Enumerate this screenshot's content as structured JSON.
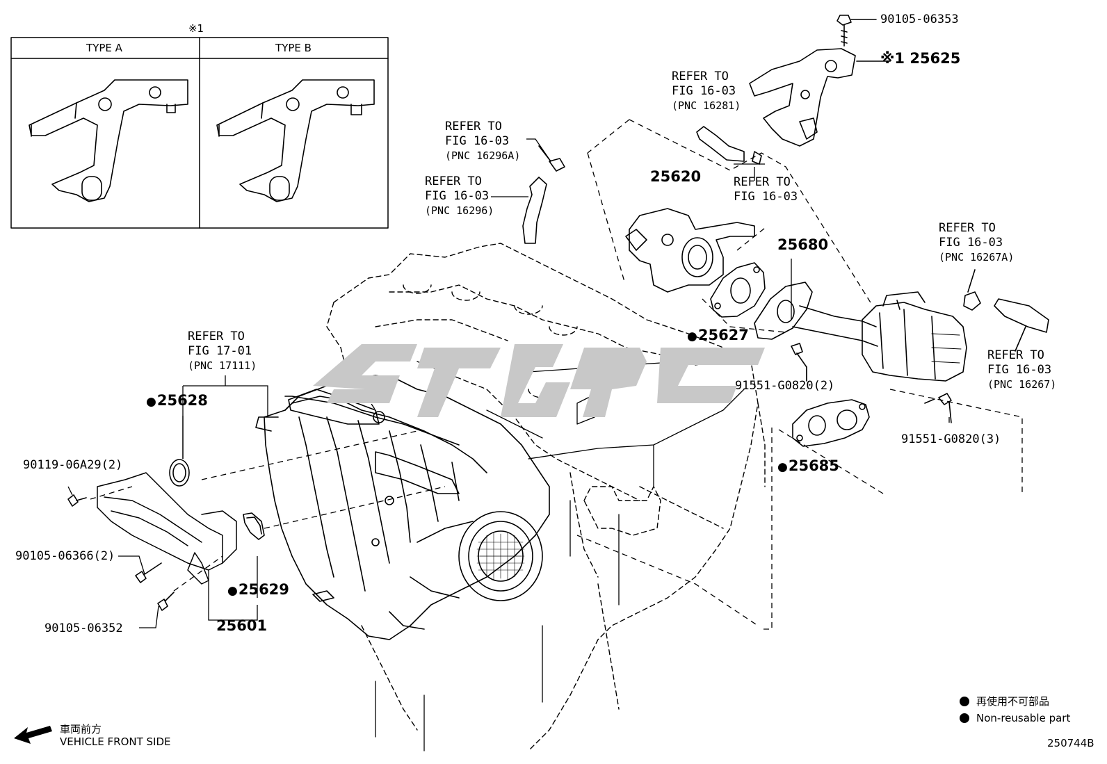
{
  "diagram": {
    "inset": {
      "note_mark": "※1",
      "type_a": "TYPE A",
      "type_b": "TYPE B"
    },
    "refers": [
      {
        "line1": "REFER TO",
        "line2": "FIG 16-03",
        "line3": "(PNC 16281)"
      },
      {
        "line1": "REFER TO",
        "line2": "FIG 16-03",
        "line3": "(PNC 16296A)"
      },
      {
        "line1": "REFER TO",
        "line2": "FIG 16-03",
        "line3": "(PNC 16296)"
      },
      {
        "line1": "REFER TO",
        "line2": "FIG 16-03",
        "line3": ""
      },
      {
        "line1": "REFER TO",
        "line2": "FIG 16-03",
        "line3": "(PNC 16267A)"
      },
      {
        "line1": "REFER TO",
        "line2": "FIG 16-03",
        "line3": "(PNC 16267)"
      },
      {
        "line1": "REFER TO",
        "line2": "FIG 17-01",
        "line3": "(PNC 17111)"
      }
    ],
    "parts": {
      "p90105_06353": "90105-06353",
      "p25625": "※1 25625",
      "p25620": "25620",
      "p25680": "25680",
      "p25627": "25627",
      "p91551_2": "91551-G0820(2)",
      "p91551_3": "91551-G0820(3)",
      "p25685": "25685",
      "p25628": "25628",
      "p90119": "90119-06A29(2)",
      "p90105_06366": "90105-06366(2)",
      "p25629": "25629",
      "p90105_06352": "90105-06352",
      "p25601": "25601"
    },
    "legend": {
      "line1": "再使用不可部品",
      "line2": "Non-reusable part"
    },
    "footer": {
      "front_jp": "車両前方",
      "front_en": "VEHICLE FRONT SIDE",
      "figure_id": "250744B"
    },
    "colors": {
      "ink": "#000000",
      "watermark": "#c8c8c8"
    }
  }
}
